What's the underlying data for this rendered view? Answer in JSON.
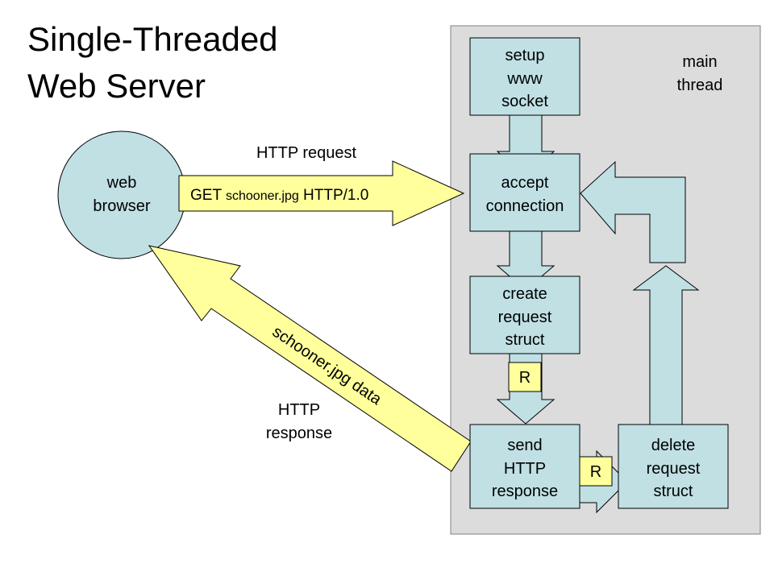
{
  "title": {
    "line1": "Single-Threaded",
    "line2": "Web Server"
  },
  "browser": {
    "line1": "web",
    "line2": "browser"
  },
  "request": {
    "label": "HTTP request",
    "arrow_text_a": "GET ",
    "arrow_text_b": "schooner.jpg",
    "arrow_text_c": " HTTP/1.0"
  },
  "response": {
    "label_line1": "HTTP",
    "label_line2": "response",
    "arrow_text": "schooner.jpg data"
  },
  "thread": {
    "line1": "main",
    "line2": "thread"
  },
  "boxes": {
    "setup": {
      "line1": "setup",
      "line2": "www",
      "line3": "socket"
    },
    "accept": {
      "line1": "accept",
      "line2": "connection"
    },
    "create": {
      "line1": "create",
      "line2": "request",
      "line3": "struct"
    },
    "send": {
      "line1": "send",
      "line2": "HTTP",
      "line3": "response"
    },
    "delete": {
      "line1": "delete",
      "line2": "request",
      "line3": "struct"
    }
  },
  "tokens": {
    "r1": "R",
    "r2": "R"
  },
  "colors": {
    "box_fill": "#c0e0e4",
    "arrow_fill": "#ffff9c",
    "panel_fill": "#dcdcdc",
    "stroke": "#000000"
  }
}
